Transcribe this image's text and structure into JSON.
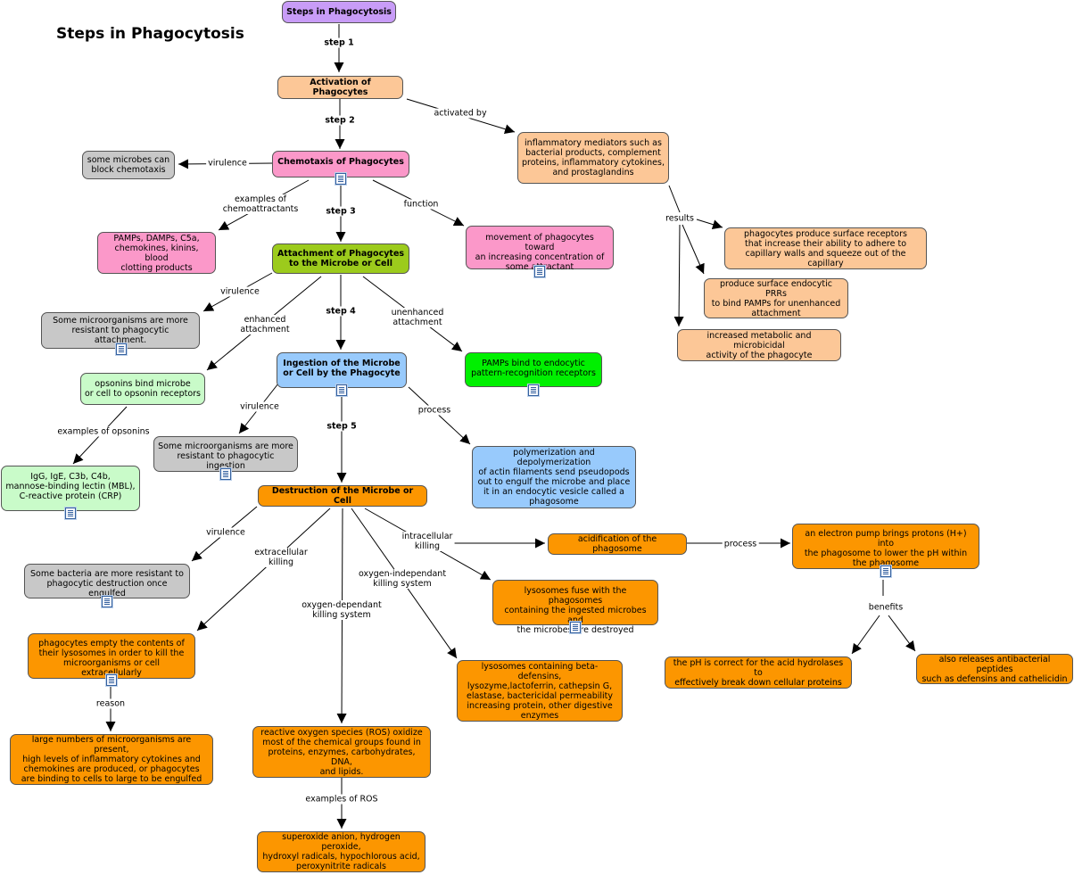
{
  "page": {
    "title": "Steps in Phagocytosis"
  },
  "nodes": {
    "root": "Steps in Phagocytosis",
    "activation": "Activation of Phagocytes",
    "inflammatory_mediators": "inflammatory mediators such as\nbacterial products, complement\nproteins, inflammatory cytokines,\nand prostaglandins",
    "chemotaxis": "Chemotaxis of Phagocytes",
    "block_chemotaxis": "some microbes can\nblock chemotaxis",
    "chemoattractants": "PAMPs, DAMPs, C5a,\nchemokines, kinins, blood\nclotting products",
    "movement": "movement of phagocytes toward\nan increasing concentration of\nsome attractant",
    "surface_receptors": "phagocytes produce surface receptors\nthat increase their ability to adhere to\ncapillary walls and squeeze out of the capillary",
    "endocytic_prrs": "produce surface endocytic PRRs\nto bind PAMPs for unenhanced\nattachment",
    "metabolic_activity": "increased metabolic and microbicidal\nactivity of the phagocyte",
    "attachment": "Attachment of  Phagocytes\nto the Microbe or Cell",
    "resist_attachment": "Some microorganisms are more\nresistant to phagocytic attachment.",
    "opsonins_bind": "opsonins bind microbe\nor cell to opsonin receptors",
    "opsonin_examples": "IgG, IgE, C3b, C4b,\nmannose-binding lectin (MBL),\nC-reactive protein (CRP)",
    "pamps_bind": "PAMPs bind to endocytic\npattern-recognition receptors",
    "ingestion": "Ingestion of the Microbe\nor Cell by the Phagocyte",
    "resist_ingestion": "Some microorganisms are more\nresistant to phagocytic ingestion",
    "polymerization": "polymerization and depolymerization\nof actin filaments send pseudopods\nout to engulf the microbe and place\nit in an endocytic vesicle called a\nphagosome",
    "destruction": "Destruction of the Microbe or Cell",
    "resist_destruction": "Some bacteria are more resistant to\nphagocytic destruction once engulfed",
    "empty_lysosomes": "phagocytes empty the contents of\ntheir lysosomes in order to kill the\nmicroorganisms or cell extracellularly",
    "large_numbers": "large numbers of microorganisms are present,\nhigh levels of inflammatory cytokines and\nchemokines are produced, or phagocytes\nare binding to cells to large to be engulfed",
    "ros": "reactive oxygen species (ROS) oxidize\nmost of the chemical groups found in\nproteins, enzymes, carbohydrates, DNA,\nand lipids.",
    "ros_examples": "superoxide anion, hydrogen peroxide,\nhydroxyl radicals, hypochlorous acid,\nperoxynitrite radicals",
    "lysosomes_containing": "lysosomes containing beta-defensins,\nlysozyme,lactoferrin, cathepsin G,\nelastase, bactericidal permeability\nincreasing protein, other digestive\nenzymes",
    "lysosomes_fuse": "lysosomes fuse with the phagosomes\ncontaining the ingested microbes and\nthe microbes are destroyed",
    "acidification": "acidification of the phagosome",
    "electron_pump": "an electron pump brings protons (H+) into\nthe phagosome to lower the pH within\nthe phagosome",
    "ph_correct": "the pH is correct for the acid hydrolases to\neffectively break down cellular proteins",
    "antibacterial_peptides": "also releases antibacterial peptides\nsuch as defensins and cathelicidin"
  },
  "links": {
    "step1": "step 1",
    "step2": "step 2",
    "step3": "step 3",
    "step4": "step 4",
    "step5": "step 5",
    "activated_by": "activated by",
    "results": "results",
    "virulence_chemotaxis": "virulence",
    "examples_chemoattractants": "examples of\nchemoattractants",
    "function": "function",
    "virulence_attachment": "virulence",
    "enhanced_attachment": "enhanced\nattachment",
    "unenhanced_attachment": "unenhanced\nattachment",
    "examples_opsonins": "examples of opsonins",
    "virulence_ingestion": "virulence",
    "process_ingestion": "process",
    "virulence_destruction": "virulence",
    "extracellular_killing": "extracellular\nkilling",
    "oxygen_dependant": "oxygen-dependant\nkilling system",
    "oxygen_independant": "oxygen-independant\nkilling system",
    "intracellular_killing": "intracellular\nkilling",
    "reason": "reason",
    "examples_ros": "examples of ROS",
    "process_acidification": "process",
    "benefits": "benefits"
  },
  "colors": {
    "purple": "#c89cf7",
    "peach": "#fcc797",
    "pink": "#fb98c9",
    "grey": "#c8c8c8",
    "olive": "#9ccb1c",
    "blue": "#98cafc",
    "green": "#00f000",
    "light_green": "#c9fbc9",
    "orange": "#fc9600"
  }
}
